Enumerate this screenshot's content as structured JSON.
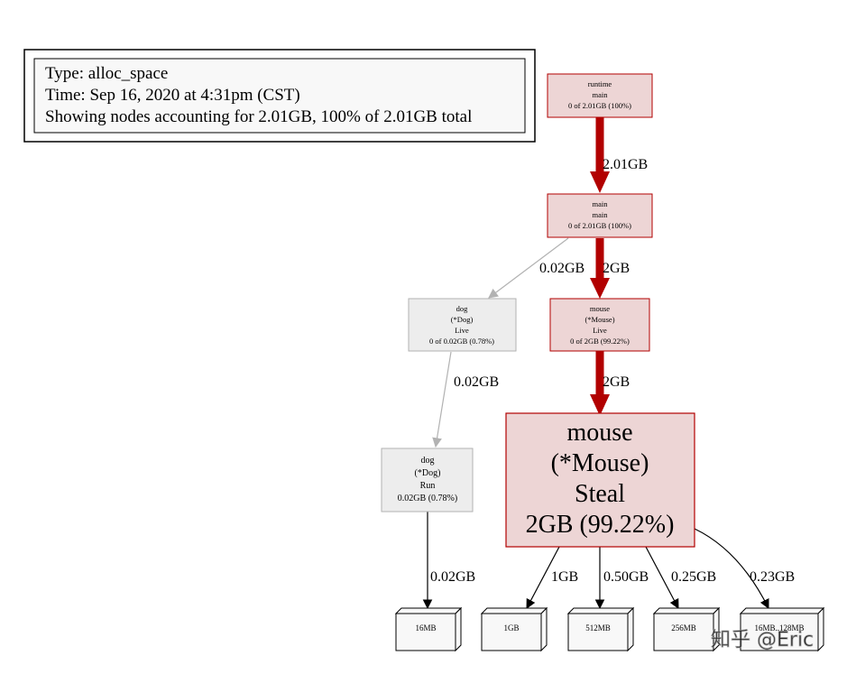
{
  "legend": {
    "lines": [
      "Type: alloc_space",
      "Time: Sep 16, 2020 at 4:31pm (CST)",
      "Showing nodes accounting for 2.01GB, 100% of 2.01GB total"
    ]
  },
  "nodes": {
    "runtime_main": {
      "lines": [
        "runtime",
        "main",
        "0 of 2.01GB (100%)"
      ]
    },
    "main_main": {
      "lines": [
        "main",
        "main",
        "0 of 2.01GB (100%)"
      ]
    },
    "dog_live": {
      "lines": [
        "dog",
        "(*Dog)",
        "Live",
        "0 of 0.02GB (0.78%)"
      ]
    },
    "mouse_live": {
      "lines": [
        "mouse",
        "(*Mouse)",
        "Live",
        "0 of 2GB (99.22%)"
      ]
    },
    "dog_run": {
      "lines": [
        "dog",
        "(*Dog)",
        "Run",
        "0.02GB (0.78%)"
      ]
    },
    "mouse_steal": {
      "lines": [
        "mouse",
        "(*Mouse)",
        "Steal",
        "2GB (99.22%)"
      ]
    }
  },
  "edges": {
    "runtime_to_main": "2.01GB",
    "main_to_dog_live": "0.02GB",
    "main_to_mouse_live": "2GB",
    "dog_live_to_dog_run": "0.02GB",
    "mouse_live_to_steal": "2GB",
    "dog_run_to_16mb": "0.02GB",
    "steal_to_1gb": "1GB",
    "steal_to_512mb": "0.50GB",
    "steal_to_256mb": "0.25GB",
    "steal_to_range": "0.23GB"
  },
  "boxes": {
    "b16": "16MB",
    "b1g": "1GB",
    "b512": "512MB",
    "b256": "256MB",
    "brange": "16MB..128MB"
  },
  "watermark": "知乎 @Eric",
  "colors": {
    "hot_fill": "#edd5d5",
    "hot_stroke": "#b20000",
    "cold_fill": "#ededed",
    "cold_stroke": "#b2b2b2",
    "cold_edge": "#b2b2b2"
  }
}
